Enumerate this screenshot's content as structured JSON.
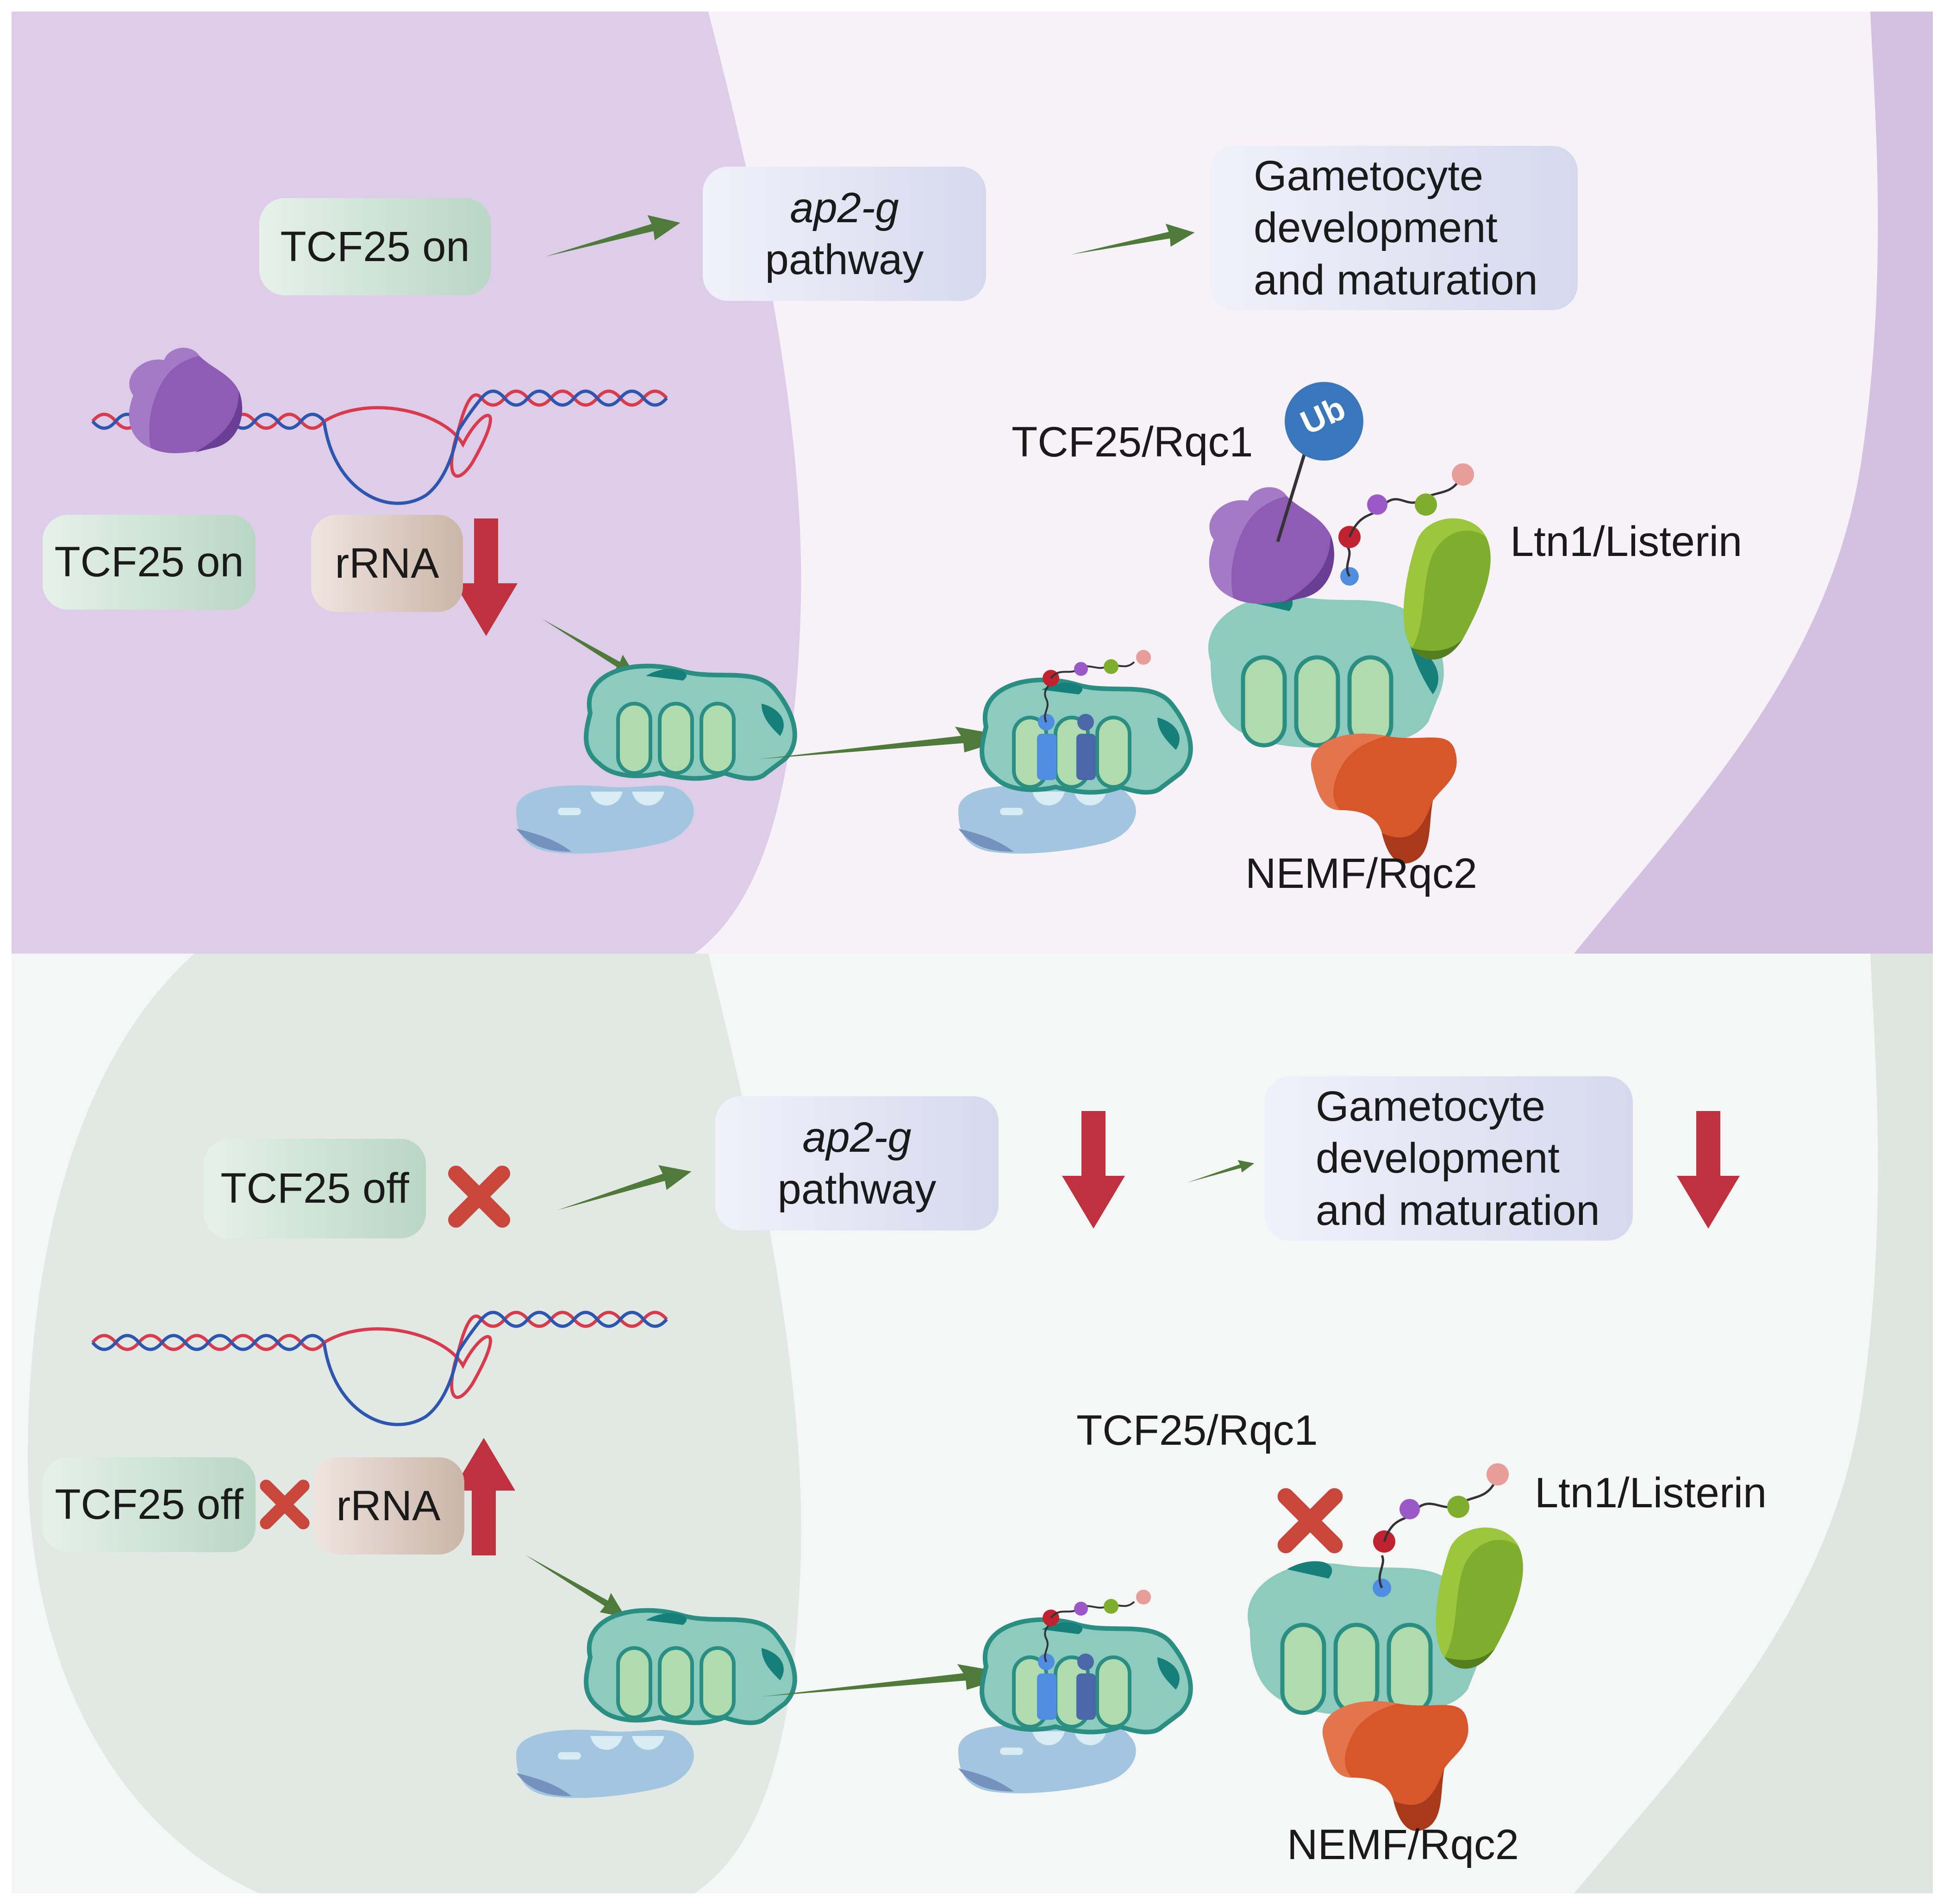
{
  "top": {
    "tcf25_on_label": "TCF25 on",
    "ap2g_gene": "ap2-g",
    "pathway_word": "pathway",
    "gametocyte_lines": [
      "Gametocyte",
      "development",
      "and maturation"
    ],
    "tcf25_on_label_2": "TCF25 on",
    "rrna_label": "rRNA",
    "tcf25_rqc1_label": "TCF25/Rqc1",
    "ub_label": "Ub",
    "ltn1_label": "Ltn1/Listerin",
    "nemf_label": "NEMF/Rqc2"
  },
  "bottom": {
    "tcf25_off_label": "TCF25 off",
    "ap2g_gene": "ap2-g",
    "pathway_word": "pathway",
    "gametocyte_lines": [
      "Gametocyte",
      "development",
      "and maturation"
    ],
    "tcf25_off_label_2": "TCF25 off",
    "rrna_label": "rRNA",
    "tcf25_rqc1_label": "TCF25/Rqc1",
    "ltn1_label": "Ltn1/Listerin",
    "nemf_label": "NEMF/Rqc2"
  },
  "colors": {
    "nucleus_top": "#ddcde8",
    "cell_top": "#f7f2f7",
    "membrane_top": "#d4c1e2",
    "nucleus_bottom": "#e2e9e4",
    "cell_bottom": "#f5f7f6",
    "membrane_bottom": "#dfe6e1",
    "arrow_green": "#4f7a3a",
    "arrow_red": "#c0313f",
    "protein_purple": "#8e5cb4",
    "ribosome_teal": "#8dcbbf",
    "ribosome_blue": "#a2c6df",
    "ltn1_green": "#7fae2e",
    "nemf_orange": "#d7572a",
    "ub_blue": "#3a76bc"
  }
}
